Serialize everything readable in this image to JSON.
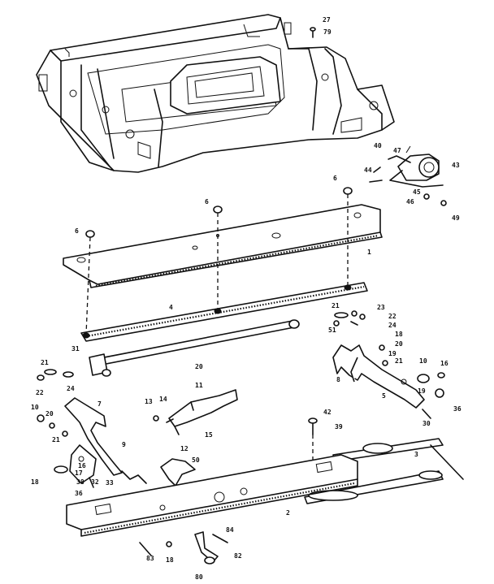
{
  "diagram": {
    "callouts": [
      {
        "id": "c27",
        "label": "27"
      },
      {
        "id": "c79",
        "label": "79"
      },
      {
        "id": "c6a",
        "label": "6"
      },
      {
        "id": "c6b",
        "label": "6"
      },
      {
        "id": "c6c",
        "label": "6"
      },
      {
        "id": "c1",
        "label": "1"
      },
      {
        "id": "c4",
        "label": "4"
      },
      {
        "id": "c40",
        "label": "40"
      },
      {
        "id": "c47",
        "label": "47"
      },
      {
        "id": "c43",
        "label": "43"
      },
      {
        "id": "c44",
        "label": "44"
      },
      {
        "id": "c45",
        "label": "45"
      },
      {
        "id": "c46",
        "label": "46"
      },
      {
        "id": "c49",
        "label": "49"
      },
      {
        "id": "c21a",
        "label": "21"
      },
      {
        "id": "c51",
        "label": "51"
      },
      {
        "id": "c23a",
        "label": "23"
      },
      {
        "id": "c22a",
        "label": "22"
      },
      {
        "id": "c24a",
        "label": "24"
      },
      {
        "id": "c31a",
        "label": "31"
      },
      {
        "id": "c20",
        "label": "20"
      },
      {
        "id": "c18a",
        "label": "18"
      },
      {
        "id": "c20b",
        "label": "20"
      },
      {
        "id": "c19a",
        "label": "19"
      },
      {
        "id": "c21b",
        "label": "21"
      },
      {
        "id": "c10a",
        "label": "10"
      },
      {
        "id": "c16a",
        "label": "16"
      },
      {
        "id": "c8",
        "label": "8"
      },
      {
        "id": "c5",
        "label": "5"
      },
      {
        "id": "c36a",
        "label": "36"
      },
      {
        "id": "c21c",
        "label": "21"
      },
      {
        "id": "c22b",
        "label": "22"
      },
      {
        "id": "c24b",
        "label": "24"
      },
      {
        "id": "c19b",
        "label": "19"
      },
      {
        "id": "c11",
        "label": "11"
      },
      {
        "id": "c13",
        "label": "13"
      },
      {
        "id": "c14",
        "label": "14"
      },
      {
        "id": "c15",
        "label": "15"
      },
      {
        "id": "c7",
        "label": "7"
      },
      {
        "id": "c10b",
        "label": "10"
      },
      {
        "id": "c20c",
        "label": "20"
      },
      {
        "id": "c21d",
        "label": "21"
      },
      {
        "id": "c9",
        "label": "9"
      },
      {
        "id": "c16b",
        "label": "16"
      },
      {
        "id": "c12",
        "label": "12"
      },
      {
        "id": "c50",
        "label": "50"
      },
      {
        "id": "c42",
        "label": "42"
      },
      {
        "id": "c39",
        "label": "39"
      },
      {
        "id": "c3",
        "label": "3"
      },
      {
        "id": "c2",
        "label": "2"
      },
      {
        "id": "c18b",
        "label": "18"
      },
      {
        "id": "c32",
        "label": "32"
      },
      {
        "id": "c33",
        "label": "33"
      },
      {
        "id": "c36b",
        "label": "36"
      },
      {
        "id": "c38",
        "label": "38"
      },
      {
        "id": "c17",
        "label": "17"
      },
      {
        "id": "c83",
        "label": "83"
      },
      {
        "id": "c18c",
        "label": "18"
      },
      {
        "id": "c84",
        "label": "84"
      },
      {
        "id": "c82",
        "label": "82"
      },
      {
        "id": "c80",
        "label": "80"
      },
      {
        "id": "c30",
        "label": "30"
      }
    ]
  }
}
